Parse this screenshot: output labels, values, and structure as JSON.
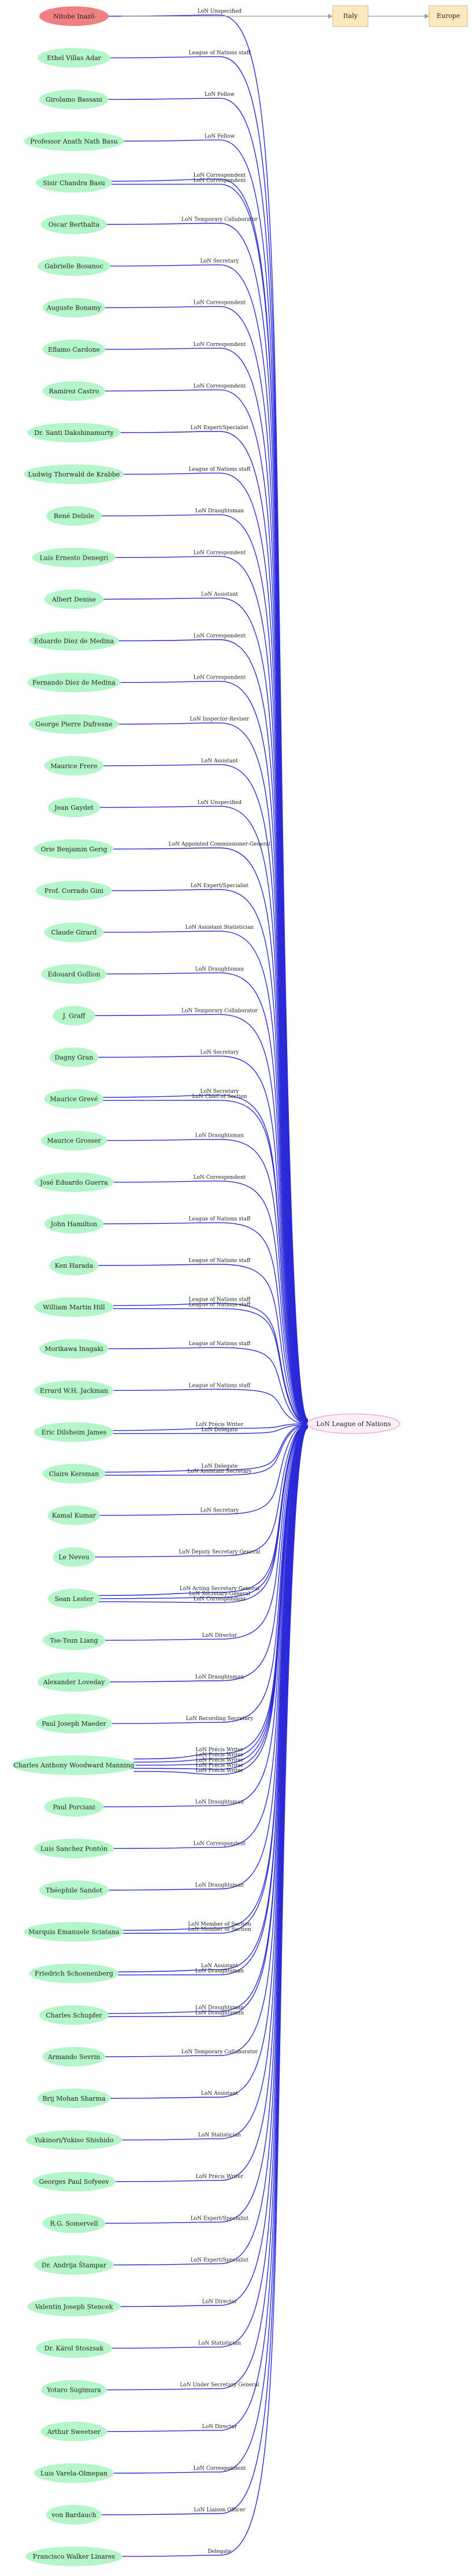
{
  "colors": {
    "person_fill": "#b4f5c9",
    "root_fill": "#f08080",
    "league_fill": "#fdeef8",
    "league_stroke": "#e8a0cf",
    "box_fill": "#fde8c0",
    "box_stroke": "#d9b97a",
    "edge": "#2a2ad8",
    "edge_gray": "#9a9a9a"
  },
  "top": {
    "root": "Nitobe Inazō",
    "box1": "Italy",
    "box2": "Europe",
    "root_edge_label": "LoN Unspecified"
  },
  "target": "LoN League of Nations",
  "nodes": [
    {
      "id": "root",
      "label": "Nitobe Inazō",
      "edges": [
        "LoN Unspecified"
      ]
    },
    {
      "id": "n1",
      "label": "Ethel Villas Adar",
      "edges": [
        "League of Nations staff"
      ]
    },
    {
      "id": "n2",
      "label": "Girolamo Bassani",
      "edges": [
        "LoN Fellow"
      ]
    },
    {
      "id": "n3",
      "label": "Professor Anath Nath Basu",
      "edges": [
        "LoN Fellow"
      ]
    },
    {
      "id": "n4",
      "label": "Sisir Chandra Basu",
      "edges": [
        "LoN Correspondent",
        "LoN Correspondent"
      ]
    },
    {
      "id": "n5",
      "label": "Oscar Berthalta",
      "edges": [
        "LoN Temporary Collaborator"
      ]
    },
    {
      "id": "n6",
      "label": "Gabrielle Bosanoc",
      "edges": [
        "LoN Secretary"
      ]
    },
    {
      "id": "n7",
      "label": "Auguste Bonamy",
      "edges": [
        "LoN Correspondent"
      ]
    },
    {
      "id": "n8",
      "label": "Eflamo Cardone",
      "edges": [
        "LoN Correspondent"
      ]
    },
    {
      "id": "n9",
      "label": "Ramirez Castro",
      "edges": [
        "LoN Correspondent"
      ]
    },
    {
      "id": "n10",
      "label": "Dr. Santi Dakshinamurty",
      "edges": [
        "LoN Expert/Specialist"
      ]
    },
    {
      "id": "n11",
      "label": "Ludwig Thorwald de Krabbe",
      "edges": [
        "League of Nations staff"
      ]
    },
    {
      "id": "n12",
      "label": "René Delisle",
      "edges": [
        "LoN Draughtsman"
      ]
    },
    {
      "id": "n13",
      "label": "Luis Ernesto Denegri",
      "edges": [
        "LoN Correspondent"
      ]
    },
    {
      "id": "n14",
      "label": "Albert Denise",
      "edges": [
        "LoN Assistant"
      ]
    },
    {
      "id": "n15",
      "label": "Eduardo Díez de Medina",
      "edges": [
        "LoN Correspondent"
      ]
    },
    {
      "id": "n16",
      "label": "Fernando Díez de Medina",
      "edges": [
        "LoN Correspondent"
      ]
    },
    {
      "id": "n17",
      "label": "George Pierre Dufresne",
      "edges": [
        "LoN Inspector-Reviser"
      ]
    },
    {
      "id": "n18",
      "label": "Maurice Frere",
      "edges": [
        "LoN Assistant"
      ]
    },
    {
      "id": "n19",
      "label": "Jean Gaydet",
      "edges": [
        "LoN Unspecified"
      ]
    },
    {
      "id": "n20",
      "label": "Orie Benjamin Gerig",
      "edges": [
        "LoN Appointed Commissioner-General"
      ]
    },
    {
      "id": "n21",
      "label": "Prof. Corrado Gini",
      "edges": [
        "LoN Expert/Specialist"
      ]
    },
    {
      "id": "n22",
      "label": "Claude Girard",
      "edges": [
        "LoN Assistant Statistician"
      ]
    },
    {
      "id": "n23",
      "label": "Edouard Gollion",
      "edges": [
        "LoN Draughtsman"
      ]
    },
    {
      "id": "n24",
      "label": "J. Graff",
      "edges": [
        "LoN Temporary Collaborator"
      ]
    },
    {
      "id": "n25",
      "label": "Dagny Gran",
      "edges": [
        "LoN Secretary"
      ]
    },
    {
      "id": "n26",
      "label": "Maurice Grevé",
      "edges": [
        "LoN Secretary",
        "LoN Chief of Section"
      ]
    },
    {
      "id": "n27",
      "label": "Maurice Grosser",
      "edges": [
        "LoN Draughtsman"
      ]
    },
    {
      "id": "n28",
      "label": "José Eduardo Guerra",
      "edges": [
        "LoN Correspondent"
      ]
    },
    {
      "id": "n29",
      "label": "John Hamilton",
      "edges": [
        "League of Nations staff"
      ]
    },
    {
      "id": "n30",
      "label": "Ken Harada",
      "edges": [
        "League of Nations staff"
      ]
    },
    {
      "id": "n31",
      "label": "William Martin Hill",
      "edges": [
        "League of Nations staff",
        "League of Nations staff"
      ]
    },
    {
      "id": "n32",
      "label": "Morikawa Inagaki",
      "edges": [
        "League of Nations staff"
      ]
    },
    {
      "id": "n33",
      "label": "Errard W.H. Jackman",
      "edges": [
        "League of Nations staff"
      ]
    },
    {
      "id": "n34",
      "label": "Eric Dilsheim James",
      "edges": [
        "LoN Précis Writer",
        "LoN Delegate"
      ]
    },
    {
      "id": "n35",
      "label": "Claire Kersman",
      "edges": [
        "LoN Delegate",
        "LoN Assistant Secretary"
      ]
    },
    {
      "id": "n36",
      "label": "Kamal Kumar",
      "edges": [
        "LoN Secretary"
      ]
    },
    {
      "id": "n37",
      "label": "Le Neveu",
      "edges": [
        "LoN Deputy Secretary General"
      ]
    },
    {
      "id": "n38",
      "label": "Sean Lester",
      "edges": [
        "LoN Acting Secretary General",
        "LoN Secretary-General",
        "LoN Correspondent"
      ]
    },
    {
      "id": "n39",
      "label": "Tse-Tsun Liang",
      "edges": [
        "LoN Director"
      ]
    },
    {
      "id": "n40",
      "label": "Alexander Loveday",
      "edges": [
        "LoN Draughtsman"
      ]
    },
    {
      "id": "n41",
      "label": "Paul Joseph Maeder",
      "edges": [
        "LoN Recording Secretary"
      ]
    },
    {
      "id": "n42",
      "label": "Charles Anthony Woodward Manning",
      "edges": [
        "LoN Précis Writer",
        "LoN Précis Writer",
        "LoN Précis Writer",
        "LoN Précis Writer",
        "LoN Précis Writer"
      ]
    },
    {
      "id": "n43",
      "label": "Paul Porciani",
      "edges": [
        "LoN Draughtsman"
      ]
    },
    {
      "id": "n44",
      "label": "Luis Sanchez Pontón",
      "edges": [
        "LoN Correspondent"
      ]
    },
    {
      "id": "n45",
      "label": "Théophile Sandot",
      "edges": [
        "LoN Draughtsman"
      ]
    },
    {
      "id": "n46",
      "label": "Marquis Emanuele Sciatana",
      "edges": [
        "LoN Member of Section",
        "LoN Member of Section"
      ]
    },
    {
      "id": "n47",
      "label": "Friedrich Schoenenberg",
      "edges": [
        "LoN Assistant",
        "LoN Draughtsman"
      ]
    },
    {
      "id": "n48",
      "label": "Charles Schupfer",
      "edges": [
        "LoN Draughtsman",
        "LoN Draughtsman"
      ]
    },
    {
      "id": "n49",
      "label": "Armando Sevrin",
      "edges": [
        "LoN Temporary Collaborator"
      ]
    },
    {
      "id": "n50",
      "label": "Brij Mohan Sharma",
      "edges": [
        "LoN Assistant"
      ]
    },
    {
      "id": "n51",
      "label": "Yukinori/Yukiso Shishido",
      "edges": [
        "LoN Statistician"
      ]
    },
    {
      "id": "n52",
      "label": "Georges Paul Sofyeev",
      "edges": [
        "LoN Précis Writer"
      ]
    },
    {
      "id": "n53",
      "label": "R.G. Somervell",
      "edges": [
        "LoN Expert/Specialist"
      ]
    },
    {
      "id": "n54",
      "label": "Dr. Andrija Štampar",
      "edges": [
        "LoN Expert/Specialist"
      ]
    },
    {
      "id": "n55",
      "label": "Valentin Joseph Stencek",
      "edges": [
        "LoN Director"
      ]
    },
    {
      "id": "n56",
      "label": "Dr. Károl Stoszsak",
      "edges": [
        "LoN Statistician"
      ]
    },
    {
      "id": "n57",
      "label": "Yotaro Sugimura",
      "edges": [
        "LoN Under Secretary General"
      ]
    },
    {
      "id": "n58",
      "label": "Arthur Sweetser",
      "edges": [
        "LoN Director"
      ]
    },
    {
      "id": "n59",
      "label": "Luis Varela-Olmepan",
      "edges": [
        "LoN Correspondent"
      ]
    },
    {
      "id": "n60",
      "label": "von Bardauch",
      "edges": [
        "LoN Liaison Officer"
      ]
    },
    {
      "id": "n61",
      "label": "Francisco Walker Linares",
      "edges": [
        "Delegate"
      ]
    }
  ]
}
